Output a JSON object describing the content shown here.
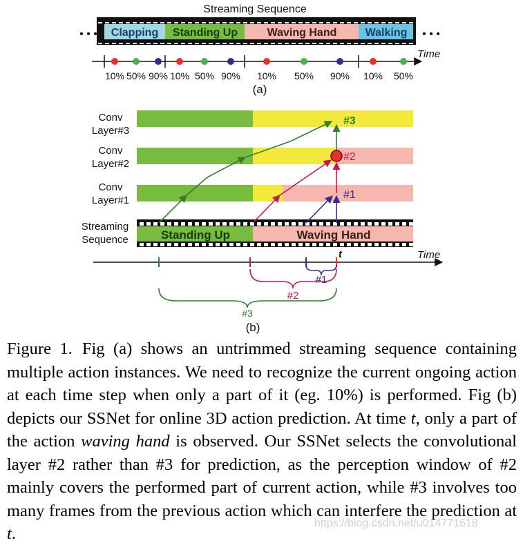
{
  "figure_a": {
    "title": "Streaming Sequence",
    "segments": [
      {
        "label": "Clapping",
        "color": "#9fd8e6",
        "text_color": "#1a3f66"
      },
      {
        "label": "Standing Up",
        "color": "#77bb3f",
        "text_color": "#143a10"
      },
      {
        "label": "Waving Hand",
        "color": "#f6b7ae",
        "text_color": "#3a1a1a"
      },
      {
        "label": "Walking",
        "color": "#6ac5e2",
        "text_color": "#1a3f66"
      }
    ],
    "ellipsis": "• • •",
    "axis_label": "Time",
    "ticks": [
      {
        "label": "10%",
        "color": "#e8312b"
      },
      {
        "label": "50%",
        "color": "#4caf50"
      },
      {
        "label": "90%",
        "color": "#3a2b8c"
      },
      {
        "label": "10%",
        "color": "#e8312b"
      },
      {
        "label": "50%",
        "color": "#4caf50"
      },
      {
        "label": "90%",
        "color": "#3a2b8c"
      },
      {
        "label": "10%",
        "color": "#e8312b"
      },
      {
        "label": "50%",
        "color": "#4caf50"
      },
      {
        "label": "90%",
        "color": "#3a2b8c"
      },
      {
        "label": "10%",
        "color": "#e8312b"
      },
      {
        "label": "50%",
        "color": "#4caf50"
      }
    ],
    "panel_label": "(a)"
  },
  "figure_b": {
    "layers": [
      {
        "label_line1": "Conv",
        "label_line2": "Layer#3",
        "marker": "#3",
        "marker_color": "#2e7d32"
      },
      {
        "label_line1": "Conv",
        "label_line2": "Layer#2",
        "marker": "#2",
        "marker_color": "#c2185b"
      },
      {
        "label_line1": "Conv",
        "label_line2": "Layer#1",
        "marker": "#1",
        "marker_color": "#3a2b8c"
      }
    ],
    "stream_label_line1": "Streaming",
    "stream_label_line2": "Sequence",
    "stream_segments": [
      {
        "label": "Standing Up",
        "color": "#77bb3f"
      },
      {
        "label": "Waving Hand",
        "color": "#f6b7ae"
      }
    ],
    "axis_label": "Time",
    "time_marker": "t",
    "braces": [
      {
        "label": "#1",
        "color": "#3a2b8c"
      },
      {
        "label": "#2",
        "color": "#c2185b"
      },
      {
        "label": "#3",
        "color": "#2e7d32"
      }
    ],
    "panel_label": "(b)",
    "colors": {
      "green": "#77bb3f",
      "yellow": "#f4e83a",
      "pink": "#f6b7ae",
      "red_node": "#e8312b"
    }
  },
  "caption": {
    "label": "Figure 1.",
    "text_1": "Fig (a) shows an untrimmed streaming sequence containing multiple action instances. We need to recognize the current ongoing action at each time step when only a part of it (eg. 10%) is performed. Fig (b) depicts our SSNet for online 3D action prediction. At time ",
    "t1": "t",
    "text_2": ", only a part of the action ",
    "action": "waving hand",
    "text_3": " is observed. Our SSNet selects the convolutional layer #2 rather than #3 for prediction, as the perception window of #2 mainly covers the performed part of current action, while #3 involves too many frames from the previous action which can interfere the prediction at ",
    "t2": "t",
    "text_4": "."
  },
  "watermark": "https://blog.csdn.net/u014771618"
}
